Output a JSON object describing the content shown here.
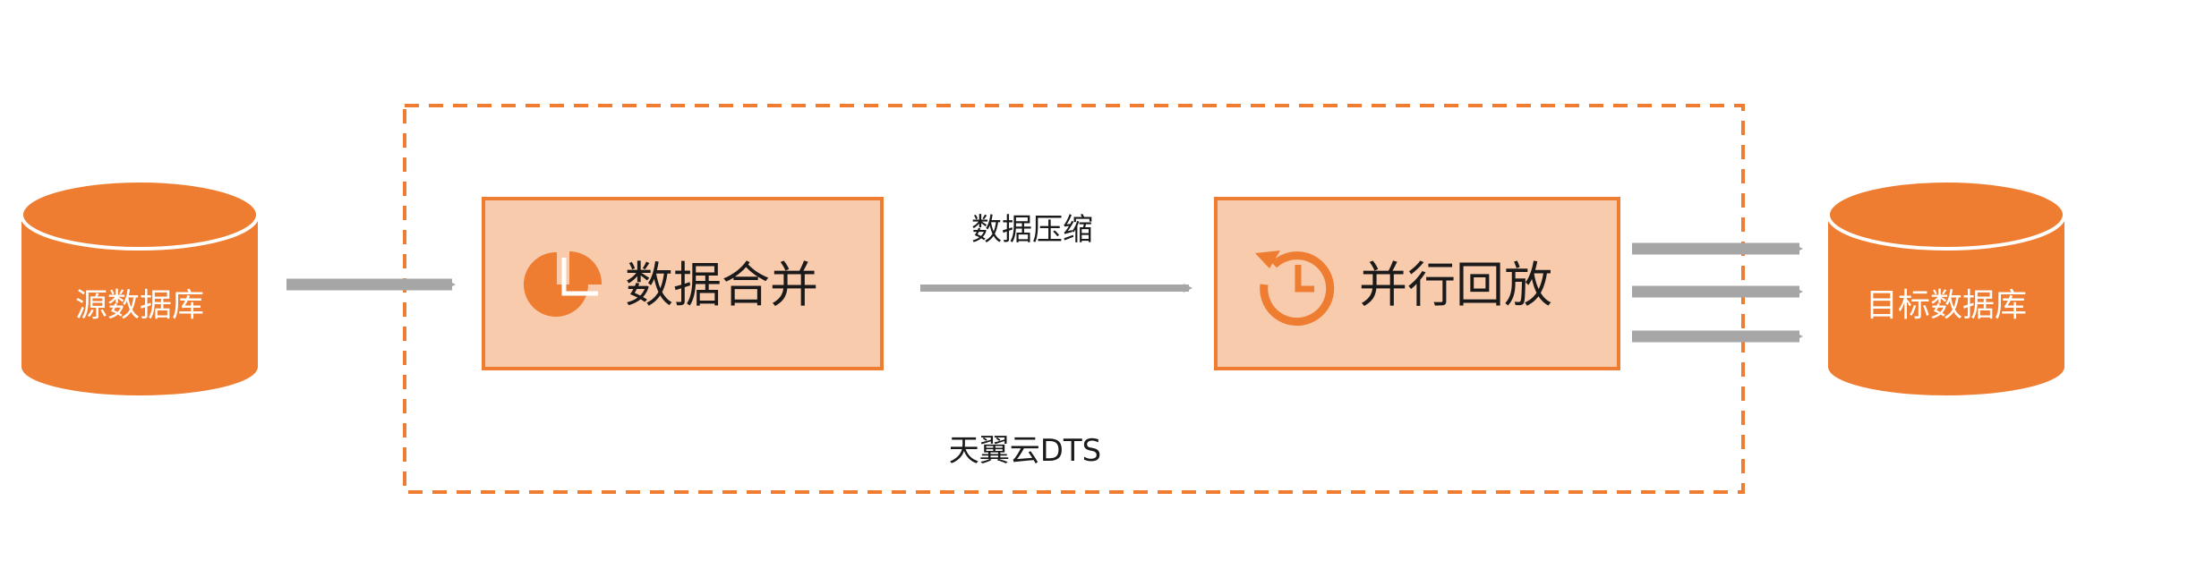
{
  "colors": {
    "accent": "#ee7d31",
    "box_fill": "#f8cbad",
    "arrow": "#a6a6a6",
    "text": "#1a1a1a",
    "white": "#ffffff"
  },
  "source_db": {
    "label": "源数据库",
    "icon": "database-cylinder"
  },
  "target_db": {
    "label": "目标数据库",
    "icon": "database-cylinder"
  },
  "dts_group": {
    "label": "天翼云DTS"
  },
  "step_merge": {
    "label": "数据合并",
    "icon": "pie-chart-icon"
  },
  "step_replay": {
    "label": "并行回放",
    "icon": "clock-history-icon"
  },
  "edge_compress": {
    "label": "数据压缩"
  }
}
